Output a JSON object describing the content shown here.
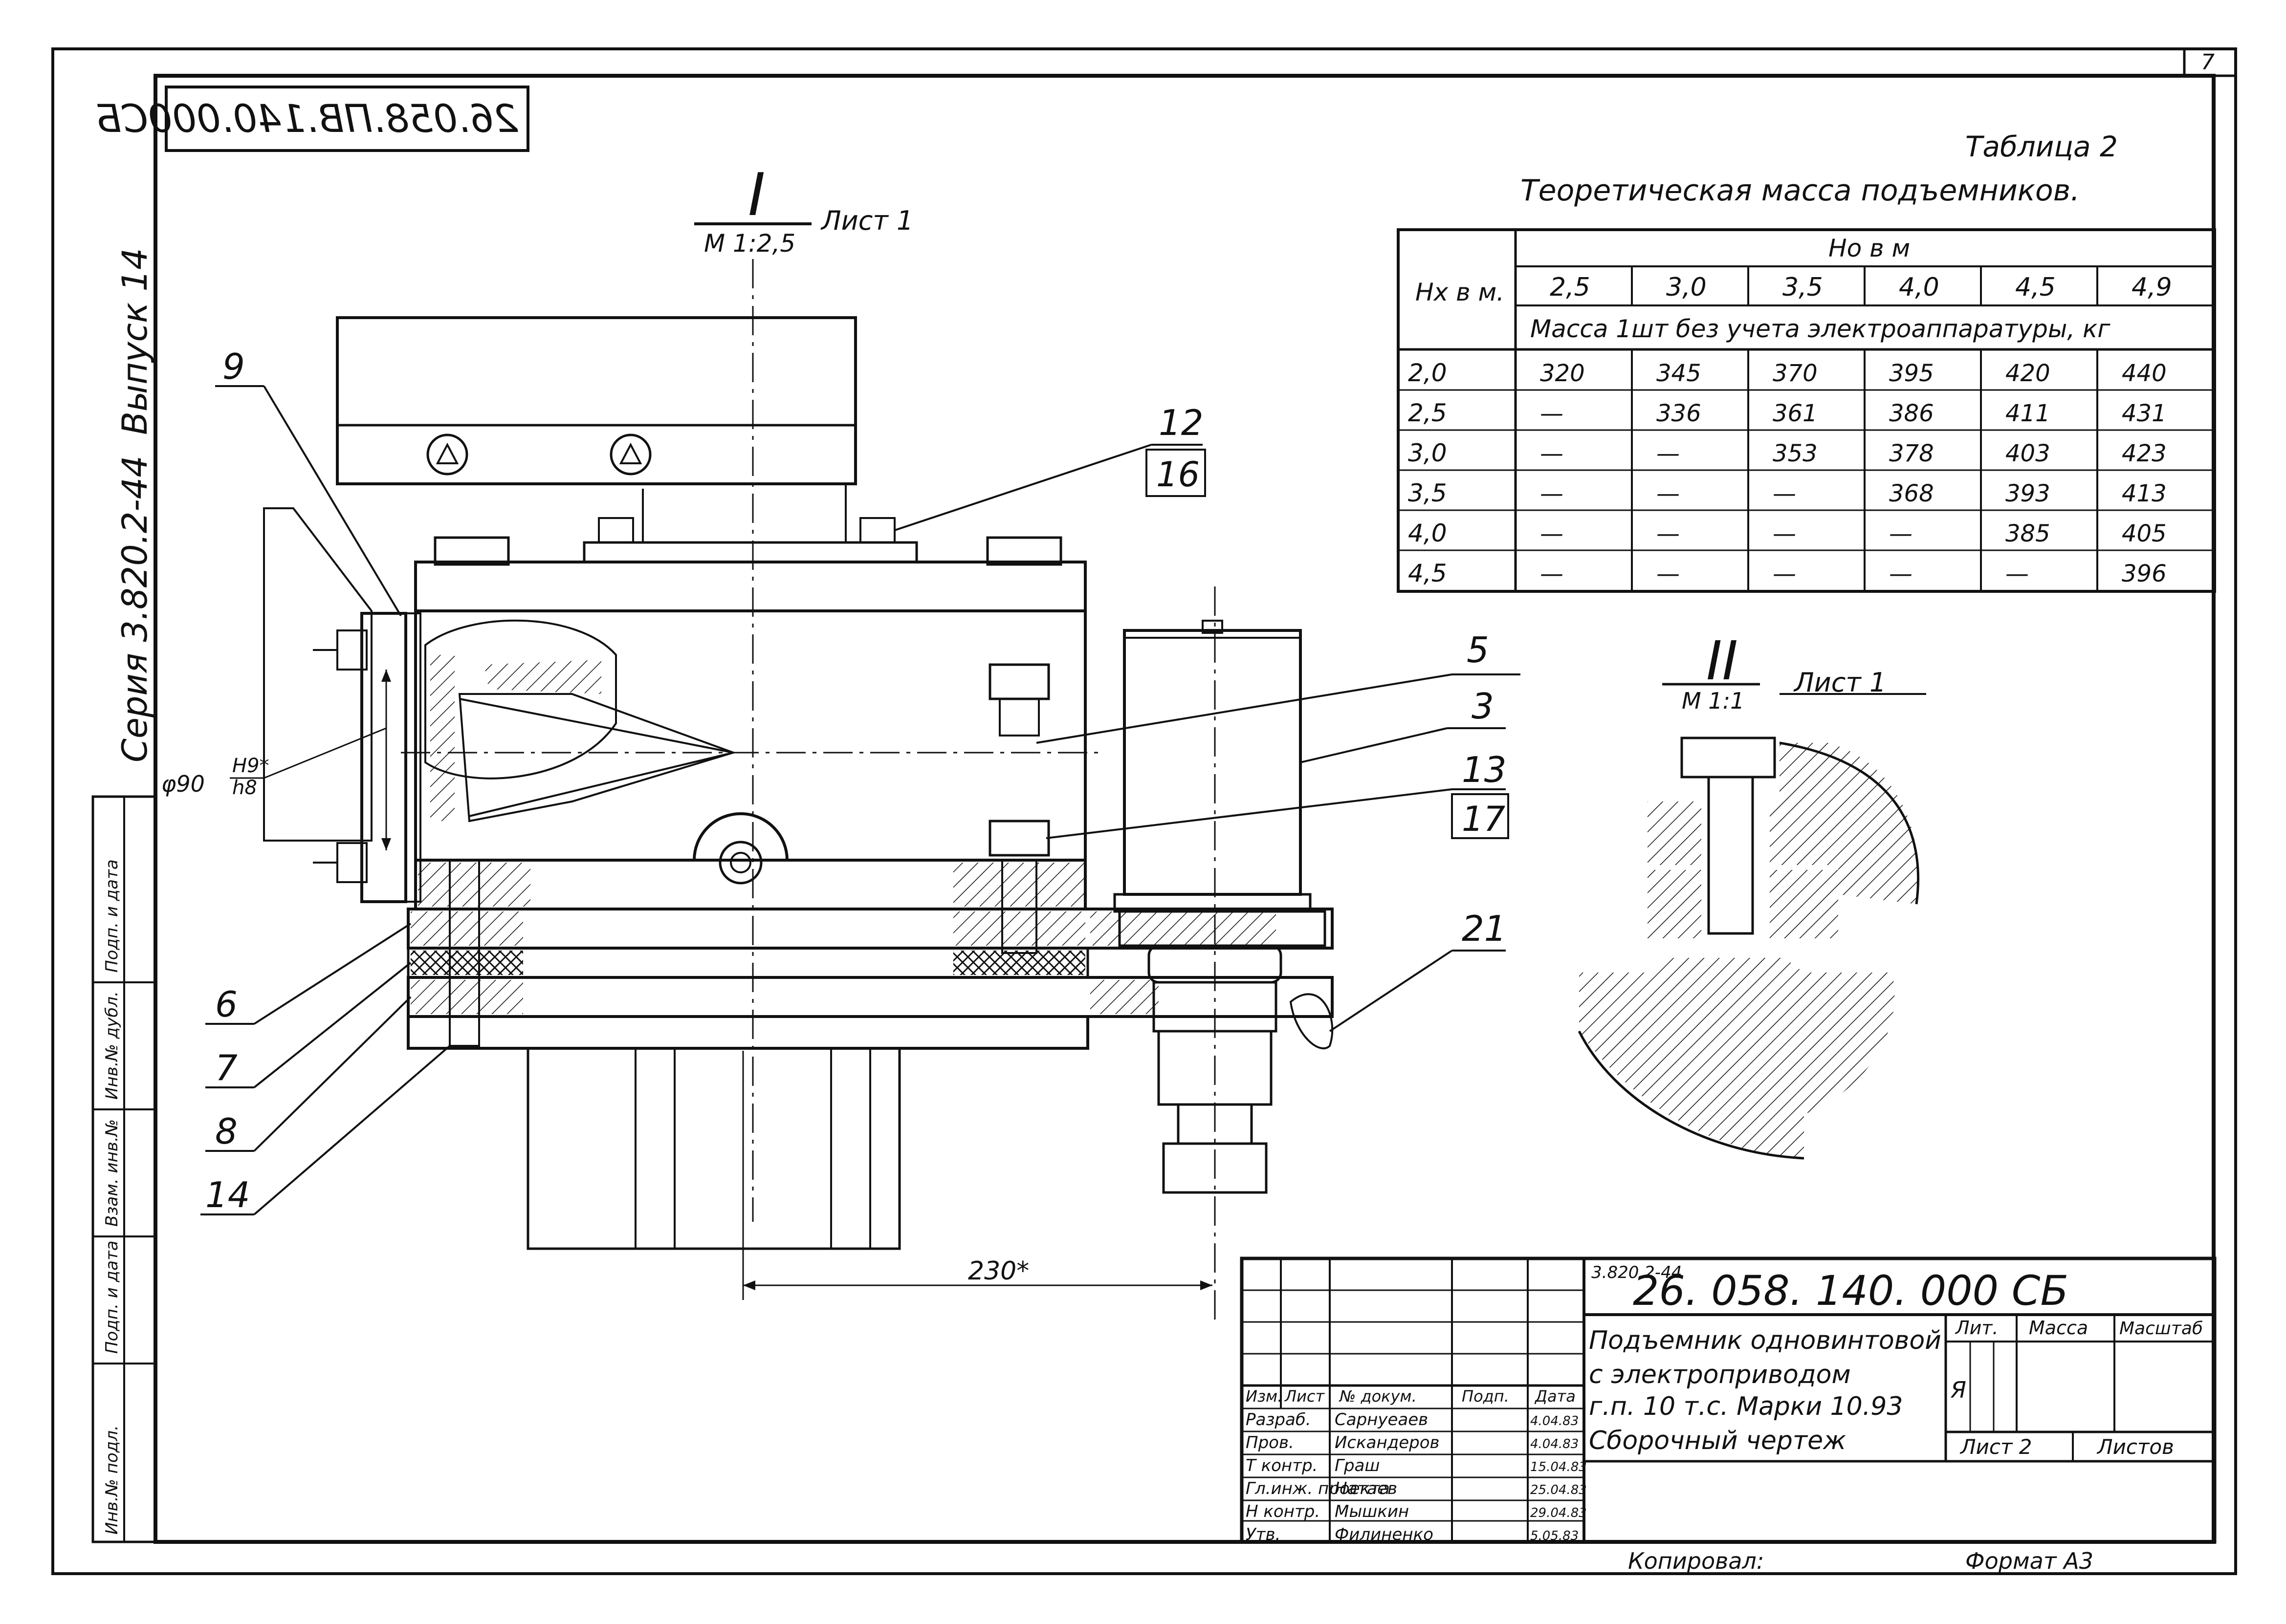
{
  "page_number": "7",
  "document_code_mirrored": "26.058.ПВ.140.000СБ",
  "side_series": {
    "series_label": "Серия 3.820.2-44",
    "issue_label": "Выпуск 14"
  },
  "views": {
    "view_1": {
      "numeral": "I",
      "scale": "М 1:2,5",
      "sheet_ref": "Лист 1"
    },
    "view_2": {
      "numeral": "II",
      "scale": "М 1:1",
      "sheet_ref": "Лист 1"
    }
  },
  "callouts": {
    "c9": "9",
    "c12": "12",
    "c16": "16",
    "c5": "5",
    "c3": "3",
    "c13": "13",
    "c17": "17",
    "c21": "21",
    "c6": "6",
    "c7": "7",
    "c8": "8",
    "c14": "14"
  },
  "dimensions": {
    "diameter_prefix": "φ90",
    "fit_top": "H9*",
    "fit_bottom": "h8",
    "length_230": "230*"
  },
  "table2": {
    "caption": "Таблица 2",
    "title": "Теоретическая масса подъемников.",
    "row_header": "Нх в м.",
    "col_group_header": "Но в м",
    "columns": [
      "2,5",
      "3,0",
      "3,5",
      "4,0",
      "4,5",
      "4,9"
    ],
    "subheader": "Масса 1шт без учета электроаппаратуры, кг",
    "rows": [
      {
        "h": "2,0",
        "values": [
          "320",
          "345",
          "370",
          "395",
          "420",
          "440"
        ]
      },
      {
        "h": "2,5",
        "values": [
          "—",
          "336",
          "361",
          "386",
          "411",
          "431"
        ]
      },
      {
        "h": "3,0",
        "values": [
          "—",
          "—",
          "353",
          "378",
          "403",
          "423"
        ]
      },
      {
        "h": "3,5",
        "values": [
          "—",
          "—",
          "—",
          "368",
          "393",
          "413"
        ]
      },
      {
        "h": "4,0",
        "values": [
          "—",
          "—",
          "—",
          "—",
          "385",
          "405"
        ]
      },
      {
        "h": "4,5",
        "values": [
          "—",
          "—",
          "—",
          "—",
          "—",
          "396"
        ]
      }
    ]
  },
  "left_strip": {
    "labels": [
      "Инв.№ подл.",
      "Подп. и дата",
      "Взам. инв.№",
      "Инв.№ дубл.",
      "Подп. и дата"
    ]
  },
  "title_block": {
    "series_small": "3.820.2-44",
    "designation": "26. 058. 140. 000 СБ",
    "title_lines": [
      "Подъемник одновинтовой",
      "с электроприводом",
      "г.п. 10 т.с. Марки 10.93",
      "Сборочный чертеж"
    ],
    "col_headers": [
      "Изм.",
      "Лист",
      "№ докум.",
      "Подп.",
      "Дата"
    ],
    "roles": [
      {
        "role": "Разраб.",
        "name": "Сарнуеаев",
        "date": "4.04.83"
      },
      {
        "role": "Пров.",
        "name": "Искандеров",
        "date": "4.04.83"
      },
      {
        "role": "Т контр.",
        "name": "Граш",
        "date": "15.04.83"
      },
      {
        "role": "Гл.инж. проекта",
        "name": "Натаев",
        "date": "25.04.83"
      },
      {
        "role": "Н контр.",
        "name": "Мышкин",
        "date": "29.04.83"
      },
      {
        "role": "Утв.",
        "name": "Филиненко",
        "date": "5.05.83"
      }
    ],
    "lit_label": "Лит.",
    "mass_label": "Масса",
    "scale_label": "Масштаб",
    "lit_value": "Я",
    "sheet_label": "Лист 2",
    "sheets_label": "Листов",
    "copied_label": "Копировал:",
    "format_label": "Формат А3"
  }
}
